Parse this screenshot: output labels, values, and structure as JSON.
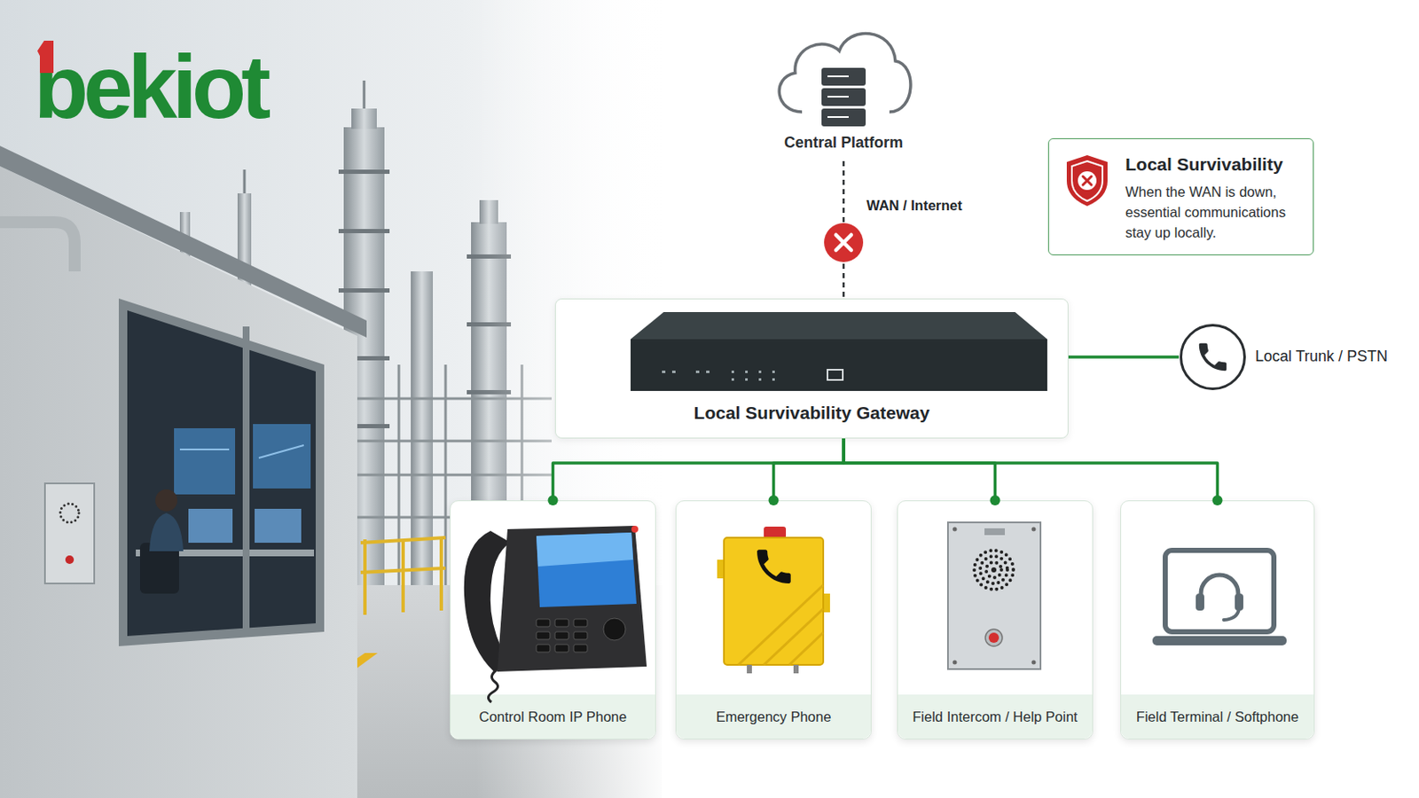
{
  "diagram": {
    "nodes": [
      {
        "text": [
          "Central Platform"
        ]
      },
      {
        "text": [
          "Local Survivability",
          "When the WAN is down, essential communications stay up locally."
        ]
      },
      {
        "text": [
          "Local Survivability Gateway"
        ]
      },
      {
        "text": [
          "Local Trunk / PSTN"
        ]
      },
      {
        "text": [
          "Control Room IP Phone"
        ]
      },
      {
        "text": [
          "Emergency Phone"
        ]
      },
      {
        "text": [
          "Field Intercom / Help Point"
        ]
      },
      {
        "text": [
          "Field Terminal / Softphone"
        ]
      }
    ],
    "edges": [
      {
        "from": 0,
        "to": 2,
        "arrow": "none",
        "label": "WAN / Internet"
      },
      {
        "from": 2,
        "to": 3,
        "arrow": "none"
      },
      {
        "from": 2,
        "to": 4,
        "arrow": "none"
      },
      {
        "from": 2,
        "to": 5,
        "arrow": "none"
      },
      {
        "from": 2,
        "to": 6,
        "arrow": "none"
      },
      {
        "from": 2,
        "to": 7,
        "arrow": "none"
      }
    ],
    "labels": [
      "bekiot"
    ]
  }
}
